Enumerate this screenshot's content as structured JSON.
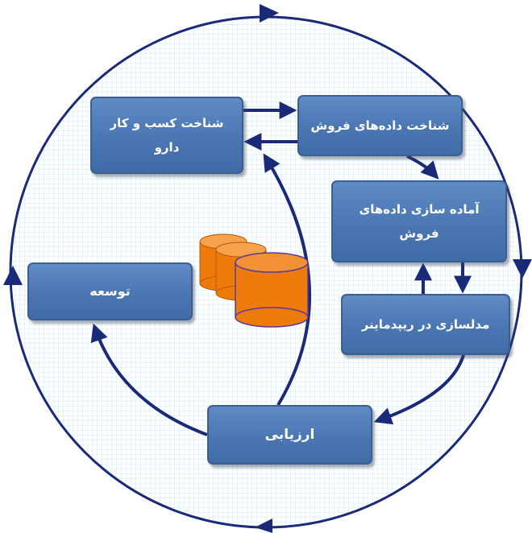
{
  "colors": {
    "box_fill": "#4a77b2",
    "box_border": "#3a5f92",
    "arrow": "#1a2a78",
    "background_grid": "#cfeef7",
    "cylinder": "#ef7a0c"
  },
  "steps": {
    "business_understanding": [
      "شناخت کسب و کار",
      "دارو"
    ],
    "sales_data_understanding": [
      "شناخت داده‌های فروش"
    ],
    "data_preparation": [
      "آماده سازی داده‌های",
      "فروش"
    ],
    "modeling": [
      "مدلسازی در ریپدماینر"
    ],
    "evaluation": [
      "ارزیابی"
    ],
    "deployment": [
      "توسعه"
    ]
  },
  "icons": {
    "database": "database-cylinders-icon"
  }
}
